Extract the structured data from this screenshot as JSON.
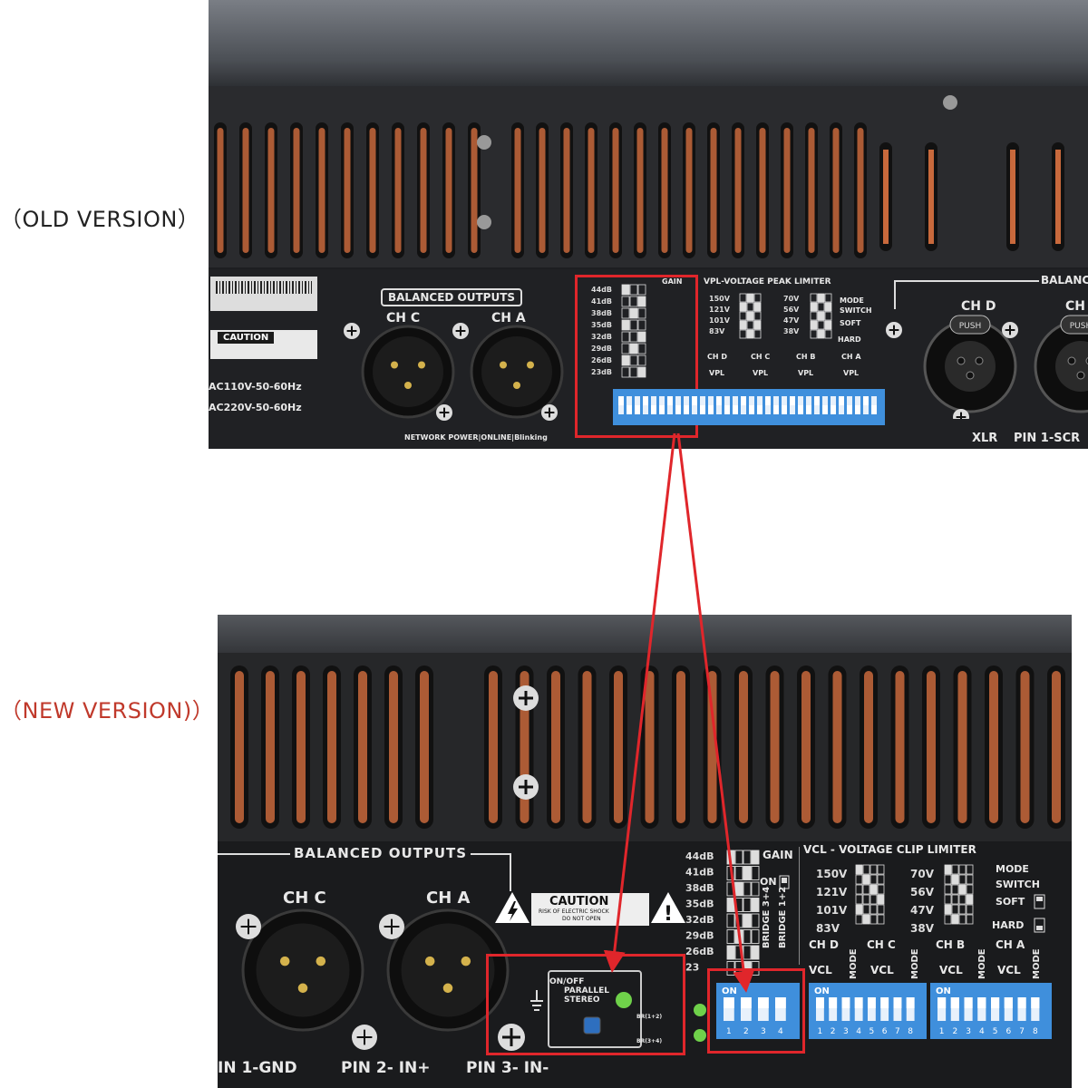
{
  "labels": {
    "old_version": "（OLD VERSION）",
    "new_version": "（NEW VERSION)）"
  },
  "old_panel": {
    "balanced_outputs": "BALANCED OUTPUTS",
    "balanced_right": "BALANC",
    "ch_c": "CH C",
    "ch_a": "CH A",
    "ch_d": "CH D",
    "ch_right": "CH",
    "caution": "CAUTION",
    "ac110": "AC110V-50-60Hz",
    "ac220": "AC220V-50-60Hz",
    "vpl_title": "VPL-VOLTAGE PEAK LIMITER",
    "gain": "GAIN",
    "gain_levels": [
      "44dB",
      "41dB",
      "38dB",
      "35dB",
      "32dB",
      "29dB",
      "26dB",
      "23dB"
    ],
    "voltages_left": [
      "150V",
      "121V",
      "101V",
      "83V"
    ],
    "voltages_right": [
      "70V",
      "56V",
      "47V",
      "38V"
    ],
    "mode_switch": "MODE SWITCH",
    "soft": "SOFT",
    "hard": "HARD",
    "channels": [
      "CH D",
      "CH C",
      "CH B",
      "CH A"
    ],
    "vpl": "VPL",
    "mode": "MODE",
    "push": "PUSH",
    "xlr": "XLR",
    "pin1": "PIN 1-SCR",
    "network": "NETWORK POWER|ONLINE|Blinking"
  },
  "new_panel": {
    "balanced_outputs": "BALANCED OUTPUTS",
    "ch_c": "CH C",
    "ch_a": "CH A",
    "caution": "CAUTION",
    "caution_sub1": "RISK OF ELECTRIC SHOCK",
    "caution_sub2": "DO NOT OPEN",
    "on_off": "ON/OFF",
    "parallel": "PARALLEL",
    "stereo": "STEREO",
    "br12": "BR(1+2)",
    "br34": "BR(3+4)",
    "gain": "GAIN",
    "on": "ON",
    "gain_levels": [
      "44dB",
      "41dB",
      "38dB",
      "35dB",
      "32dB",
      "29dB",
      "26dB",
      "23"
    ],
    "bridge34": "BRIDGE 3+4",
    "bridge12": "BRIDGE 1+2",
    "vcl_title": "VCL - VOLTAGE CLIP LIMITER",
    "voltages_left": [
      "150V",
      "121V",
      "101V",
      "83V"
    ],
    "voltages_right": [
      "70V",
      "56V",
      "47V",
      "38V"
    ],
    "mode_switch_1": "MODE",
    "mode_switch_2": "SWITCH",
    "soft": "SOFT",
    "hard": "HARD",
    "channels": [
      "CH D",
      "CH C",
      "CH B",
      "CH A"
    ],
    "vcl": "VCL",
    "mode": "MODE",
    "dip_on": "ON",
    "dip_numbers_4": [
      "1",
      "2",
      "3",
      "4"
    ],
    "dip_numbers_8": [
      "1",
      "2",
      "3",
      "4",
      "5",
      "6",
      "7",
      "8"
    ],
    "pin1": "IN 1-GND",
    "pin2": "PIN 2- IN+",
    "pin3": "PIN 3- IN-"
  },
  "colors": {
    "highlight": "#e0262b",
    "copper": "#c8693c",
    "dip_blue": "#3f8fdc",
    "led_green": "#6fd14a"
  }
}
